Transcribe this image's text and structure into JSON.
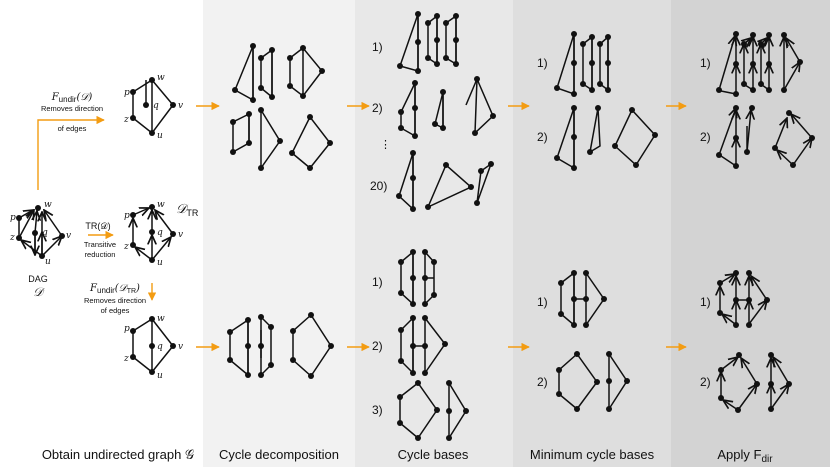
{
  "colors": {
    "panel_1": "#ffffff",
    "panel_2": "#f2f2f2",
    "panel_3": "#e8e8e8",
    "panel_4": "#dedede",
    "panel_5": "#d3d3d3",
    "arrow": "#f39c12"
  },
  "columns": [
    {
      "title": "Obtain undirected graph 𝒢"
    },
    {
      "title": "Cycle decomposition"
    },
    {
      "title": "Cycle bases"
    },
    {
      "title": "Minimum cycle bases"
    },
    {
      "title": "Apply F",
      "title_sub": "dir"
    }
  ],
  "col1": {
    "f_undir_top": {
      "f": "F",
      "sub": "undir",
      "arg": "(𝒟)"
    },
    "f_undir_top_desc": [
      "Removes direction",
      "of edges"
    ],
    "tr_label": "TR(𝒟)",
    "tr_desc": [
      "Transitive",
      "reduction"
    ],
    "d_tr_label": "𝒟",
    "d_tr_sub": "TR",
    "f_undir_bot": {
      "f": "F",
      "sub": "undir",
      "arg": "(𝒟",
      "arg_sub": "TR",
      "close": ")"
    },
    "f_undir_bot_desc": [
      "Removes direction",
      "of edges"
    ],
    "dag_label": "DAG",
    "dag_symbol": "𝒟",
    "node_labels": {
      "w": "w",
      "p": "p",
      "q": "q",
      "v": "v",
      "z": "z",
      "u": "u"
    }
  },
  "basis_labels_top": [
    "1)",
    "2)",
    "⋮",
    "20)"
  ],
  "basis_labels_bottom": [
    "1)",
    "2)",
    "3)"
  ],
  "min_labels_top": [
    "1)",
    "2)"
  ],
  "min_labels_bottom": [
    "1)",
    "2)"
  ],
  "dir_labels_top": [
    "1)",
    "2)"
  ],
  "dir_labels_bottom": [
    "1)",
    "2)"
  ]
}
